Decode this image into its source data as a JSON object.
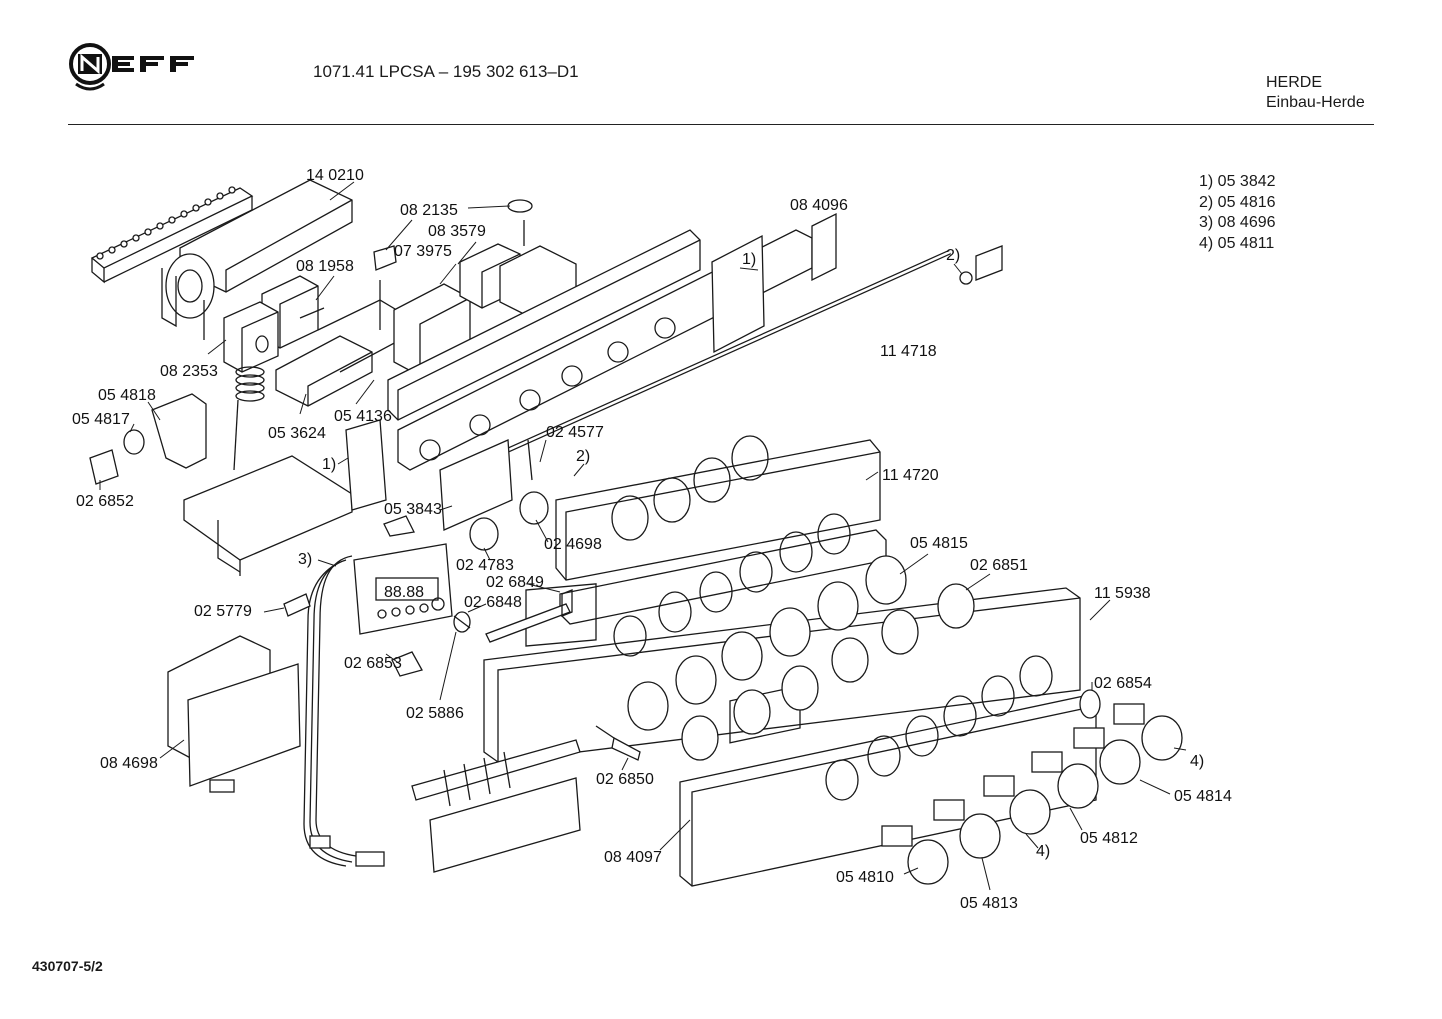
{
  "header": {
    "title": "1071.41 LPCSA – 195 302 613–D1",
    "category_line1": "HERDE",
    "category_line2": "Einbau-Herde"
  },
  "brand": {
    "logo_text": "NEFF"
  },
  "legend": [
    "1) 05 3842",
    "2) 05 4816",
    "3) 08 4696",
    "4) 05 4811"
  ],
  "footer": {
    "code": "430707-5/2"
  },
  "parts": {
    "p140210": "14 0210",
    "p082135": "08 2135",
    "p084096": "08 4096",
    "p083579": "08 3579",
    "p073975": "07 3975",
    "p081958": "08 1958",
    "note1_top": "1)",
    "note2_top": "2)",
    "p114718": "11 4718",
    "p082353": "08 2353",
    "p054818": "05 4818",
    "p054817": "05 4817",
    "p054136": "05 4136",
    "p053624": "05 3624",
    "p024577": "02 4577",
    "note2_mid": "2)",
    "note1_mid": "1)",
    "p114720": "11 4720",
    "p026852": "02 6852",
    "p053843": "05 3843",
    "p024698": "02 4698",
    "p054815": "05 4815",
    "note3": "3)",
    "p024783": "02 4783",
    "p026851": "02 6851",
    "p026849": "02 6849",
    "p025779": "02 5779",
    "p026848": "02 6848",
    "p115938": "11 5938",
    "p026853": "02 6853",
    "p026854": "02 6854",
    "p025886": "02 5886",
    "note4_right": "4)",
    "p084698": "08 4698",
    "p026850": "02 6850",
    "p054814": "05 4814",
    "p054812": "05 4812",
    "p084097": "08 4097",
    "note4_bottom": "4)",
    "p054810": "05 4810",
    "p054813": "05 4813"
  },
  "display": {
    "digits": "88.88"
  }
}
